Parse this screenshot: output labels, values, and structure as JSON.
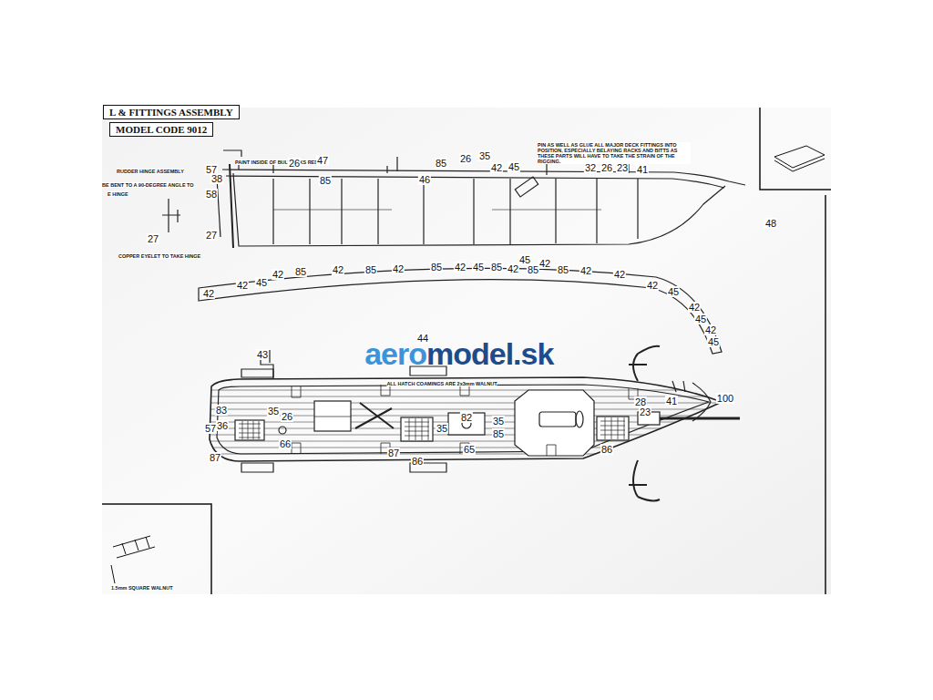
{
  "diagram": {
    "nodes": [
      {
        "text": [
          "L & FITTINGS ASSEMBLY"
        ]
      },
      {
        "text": [
          "MODEL CODE 9012"
        ]
      }
    ],
    "labels": [
      "PAINT INSIDE OF BULWARKS RED",
      "RUDDER HINGE ASSEMBLY",
      "BE BENT TO A 90-DEGREE ANGLE TO",
      "E HINGE",
      "57",
      "38",
      "58",
      "27",
      "27",
      "COPPER EYELET TO TAKE HINGE",
      "26",
      "47",
      "85",
      "85",
      "26",
      "35",
      "42",
      "45",
      "46",
      "PIN AS WELL AS GLUE ALL MAJOR DECK FITTINGS INTO POSITION, ESPECIALLY BELAYING RACKS AND BITTS AS THESE PARTS WILL HAVE TO TAKE THE STRAIN OF THE RIGGING.",
      "32",
      "26",
      "23",
      "41",
      "42",
      "42",
      "45",
      "42",
      "85",
      "42",
      "85",
      "42",
      "85",
      "42",
      "45",
      "85",
      "42",
      "45",
      "85",
      "42",
      "85",
      "42",
      "42",
      "42",
      "45",
      "42",
      "45",
      "42",
      "45",
      "43",
      "44",
      "ALL HATCH COAMINGS ARE 2x3mm WALNUT",
      "83",
      "35",
      "26",
      "57",
      "36",
      "66",
      "35",
      "82",
      "35",
      "85",
      "65",
      "86",
      "87",
      "87",
      "86",
      "28",
      "41",
      "23",
      "100",
      "1.5mm SQUARE WALNUT",
      "48",
      "aero",
      "model.sk"
    ]
  }
}
